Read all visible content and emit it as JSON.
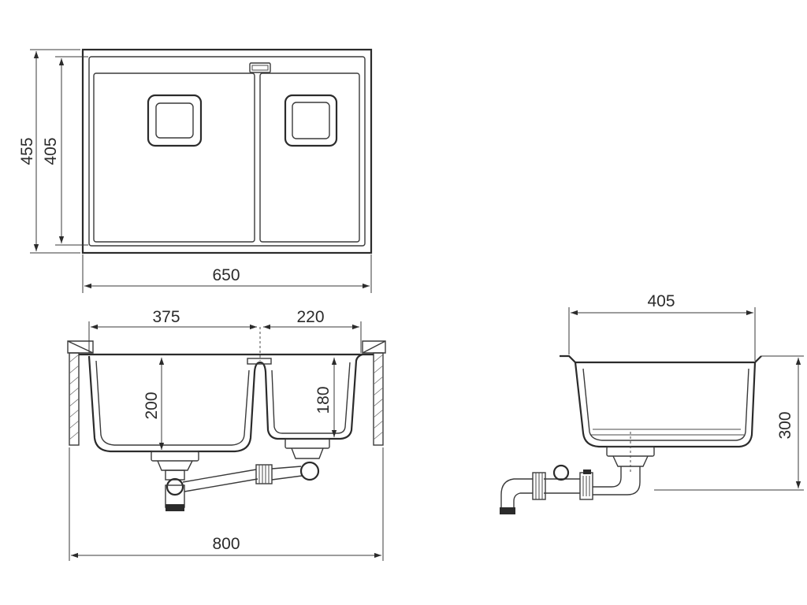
{
  "dimensions": {
    "overall_depth": "455",
    "bowl_depth": "405",
    "top_width": "650",
    "large_bowl_width": "375",
    "small_bowl_width": "220",
    "large_bowl_height": "200",
    "small_bowl_height": "180",
    "cabinet_width": "800",
    "side_width": "405",
    "side_height": "300"
  },
  "colors": {
    "line": "#2b2b2b",
    "background": "#ffffff"
  }
}
